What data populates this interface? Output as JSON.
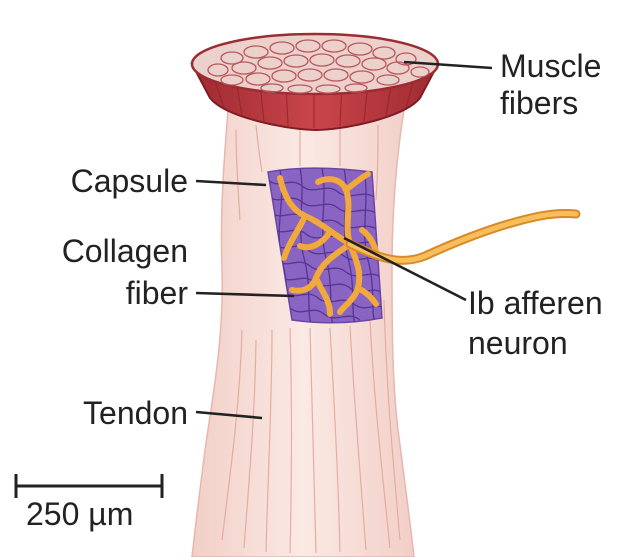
{
  "labels": {
    "muscle_fibers_line1": "Muscle",
    "muscle_fibers_line2": "fibers",
    "capsule": "Capsule",
    "collagen_fiber_line1": "Collagen",
    "collagen_fiber_line2": "fiber",
    "afferent_line1": "Ib afferen",
    "afferent_line2": "neuron",
    "tendon": "Tendon"
  },
  "scale_bar": {
    "label": "250 µm"
  },
  "colors": {
    "muscle_top": "#e8c6c1",
    "muscle_side": "#b5353c",
    "tendon_fill": "#f6ddd6",
    "collagen": "#7a4fb0",
    "neuron": "#f2a93b"
  }
}
